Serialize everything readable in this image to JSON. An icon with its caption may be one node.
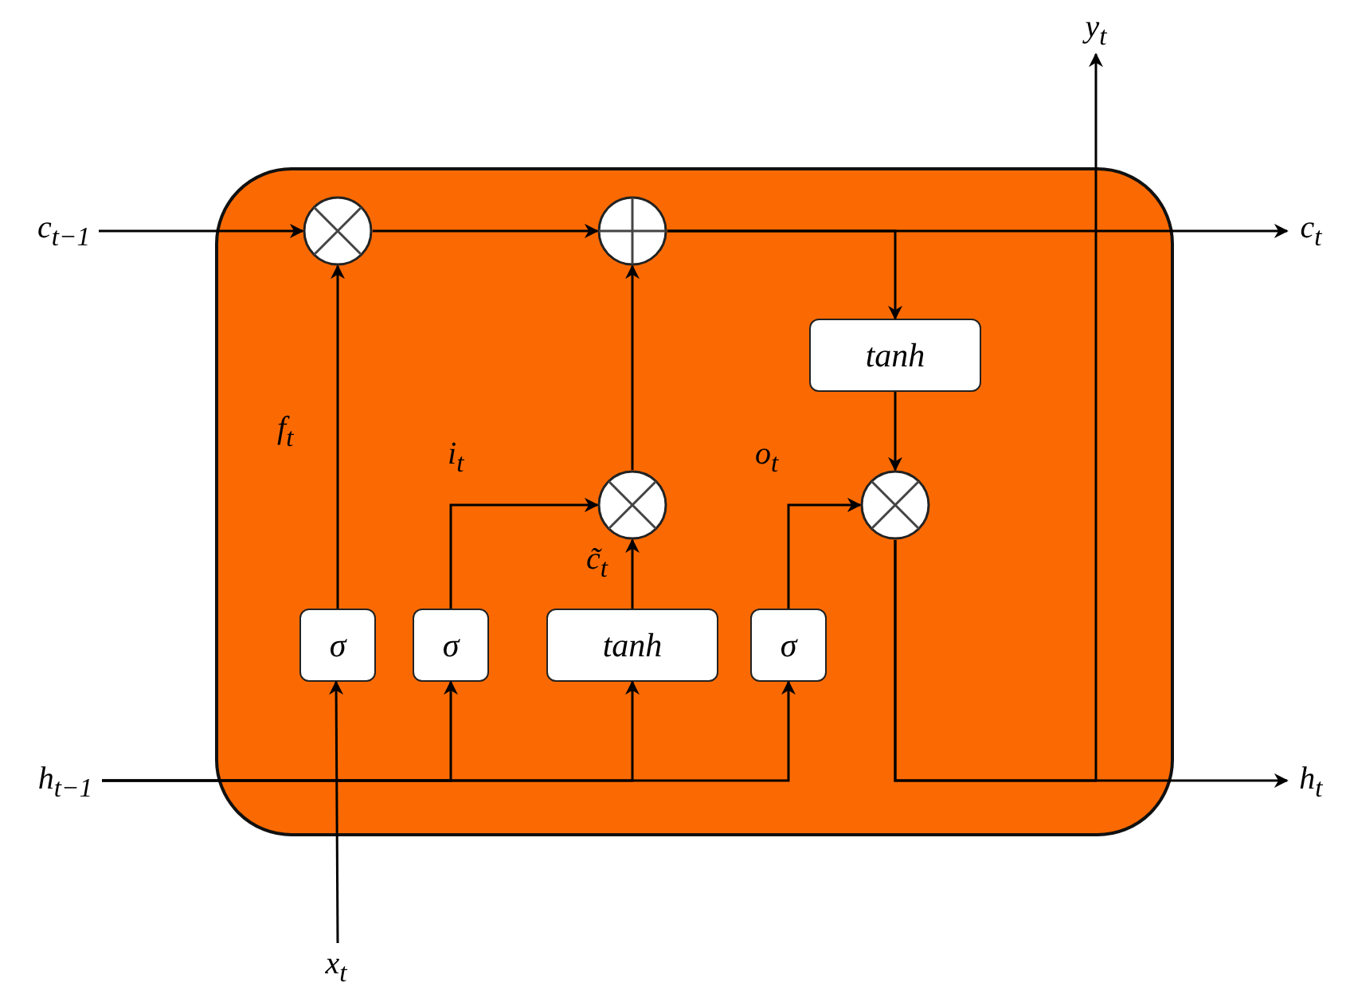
{
  "diagram": {
    "nodes": [
      {
        "text": [],
        "shape": "box"
      },
      {
        "text": [
          "c$_{t−1}$"
        ]
      },
      {
        "text": [],
        "shape": "circle",
        "in": 0
      },
      {
        "text": [],
        "shape": "circle",
        "in": 0
      },
      {
        "text": [
          "tanh"
        ],
        "in": 0
      },
      {
        "text": [],
        "shape": "circle",
        "in": 0
      },
      {
        "text": [],
        "shape": "circle",
        "in": 0
      },
      {
        "text": [
          "σ"
        ],
        "in": 0
      },
      {
        "text": [
          "σ"
        ],
        "in": 0
      },
      {
        "text": [
          "tanh"
        ],
        "in": 0
      },
      {
        "text": [
          "σ"
        ],
        "in": 0
      },
      {
        "text": [
          "h$_{t−1}$"
        ]
      },
      {
        "text": [
          "x$_{t}$"
        ]
      },
      {
        "text": [
          "c$_{t}$"
        ]
      },
      {
        "text": [
          "h$_{t}$"
        ]
      },
      {
        "text": [
          "y$_{t}$"
        ]
      }
    ],
    "edges": [
      {
        "from": 1,
        "to": 2,
        "arrow": "to"
      },
      {
        "from": 2,
        "to": 3,
        "arrow": "to"
      },
      {
        "from": 7,
        "to": 2,
        "arrow": "to",
        "label": "f$_{t}$"
      },
      {
        "from": 8,
        "to": 5,
        "arrow": "to",
        "label": "i$_{t}$"
      },
      {
        "from": 9,
        "to": 5,
        "arrow": "to",
        "label": "c̃$_{t}$"
      },
      {
        "from": 5,
        "to": 3,
        "arrow": "to"
      },
      {
        "from": 3,
        "to": 13,
        "arrow": "to"
      },
      {
        "from": 3,
        "to": 4,
        "arrow": "to"
      },
      {
        "from": 4,
        "to": 6,
        "arrow": "to"
      },
      {
        "from": 10,
        "to": 6,
        "arrow": "to",
        "label": "o$_{t}$"
      },
      {
        "from": 6,
        "to": 14,
        "arrow": "to"
      },
      {
        "from": 6,
        "to": 15,
        "arrow": "to"
      },
      {
        "from": 11,
        "to": 8,
        "arrow": "to"
      },
      {
        "from": 11,
        "to": 9,
        "arrow": "to"
      },
      {
        "from": 11,
        "to": 10,
        "arrow": "to"
      },
      {
        "from": 12,
        "to": 7,
        "arrow": "to"
      }
    ]
  }
}
